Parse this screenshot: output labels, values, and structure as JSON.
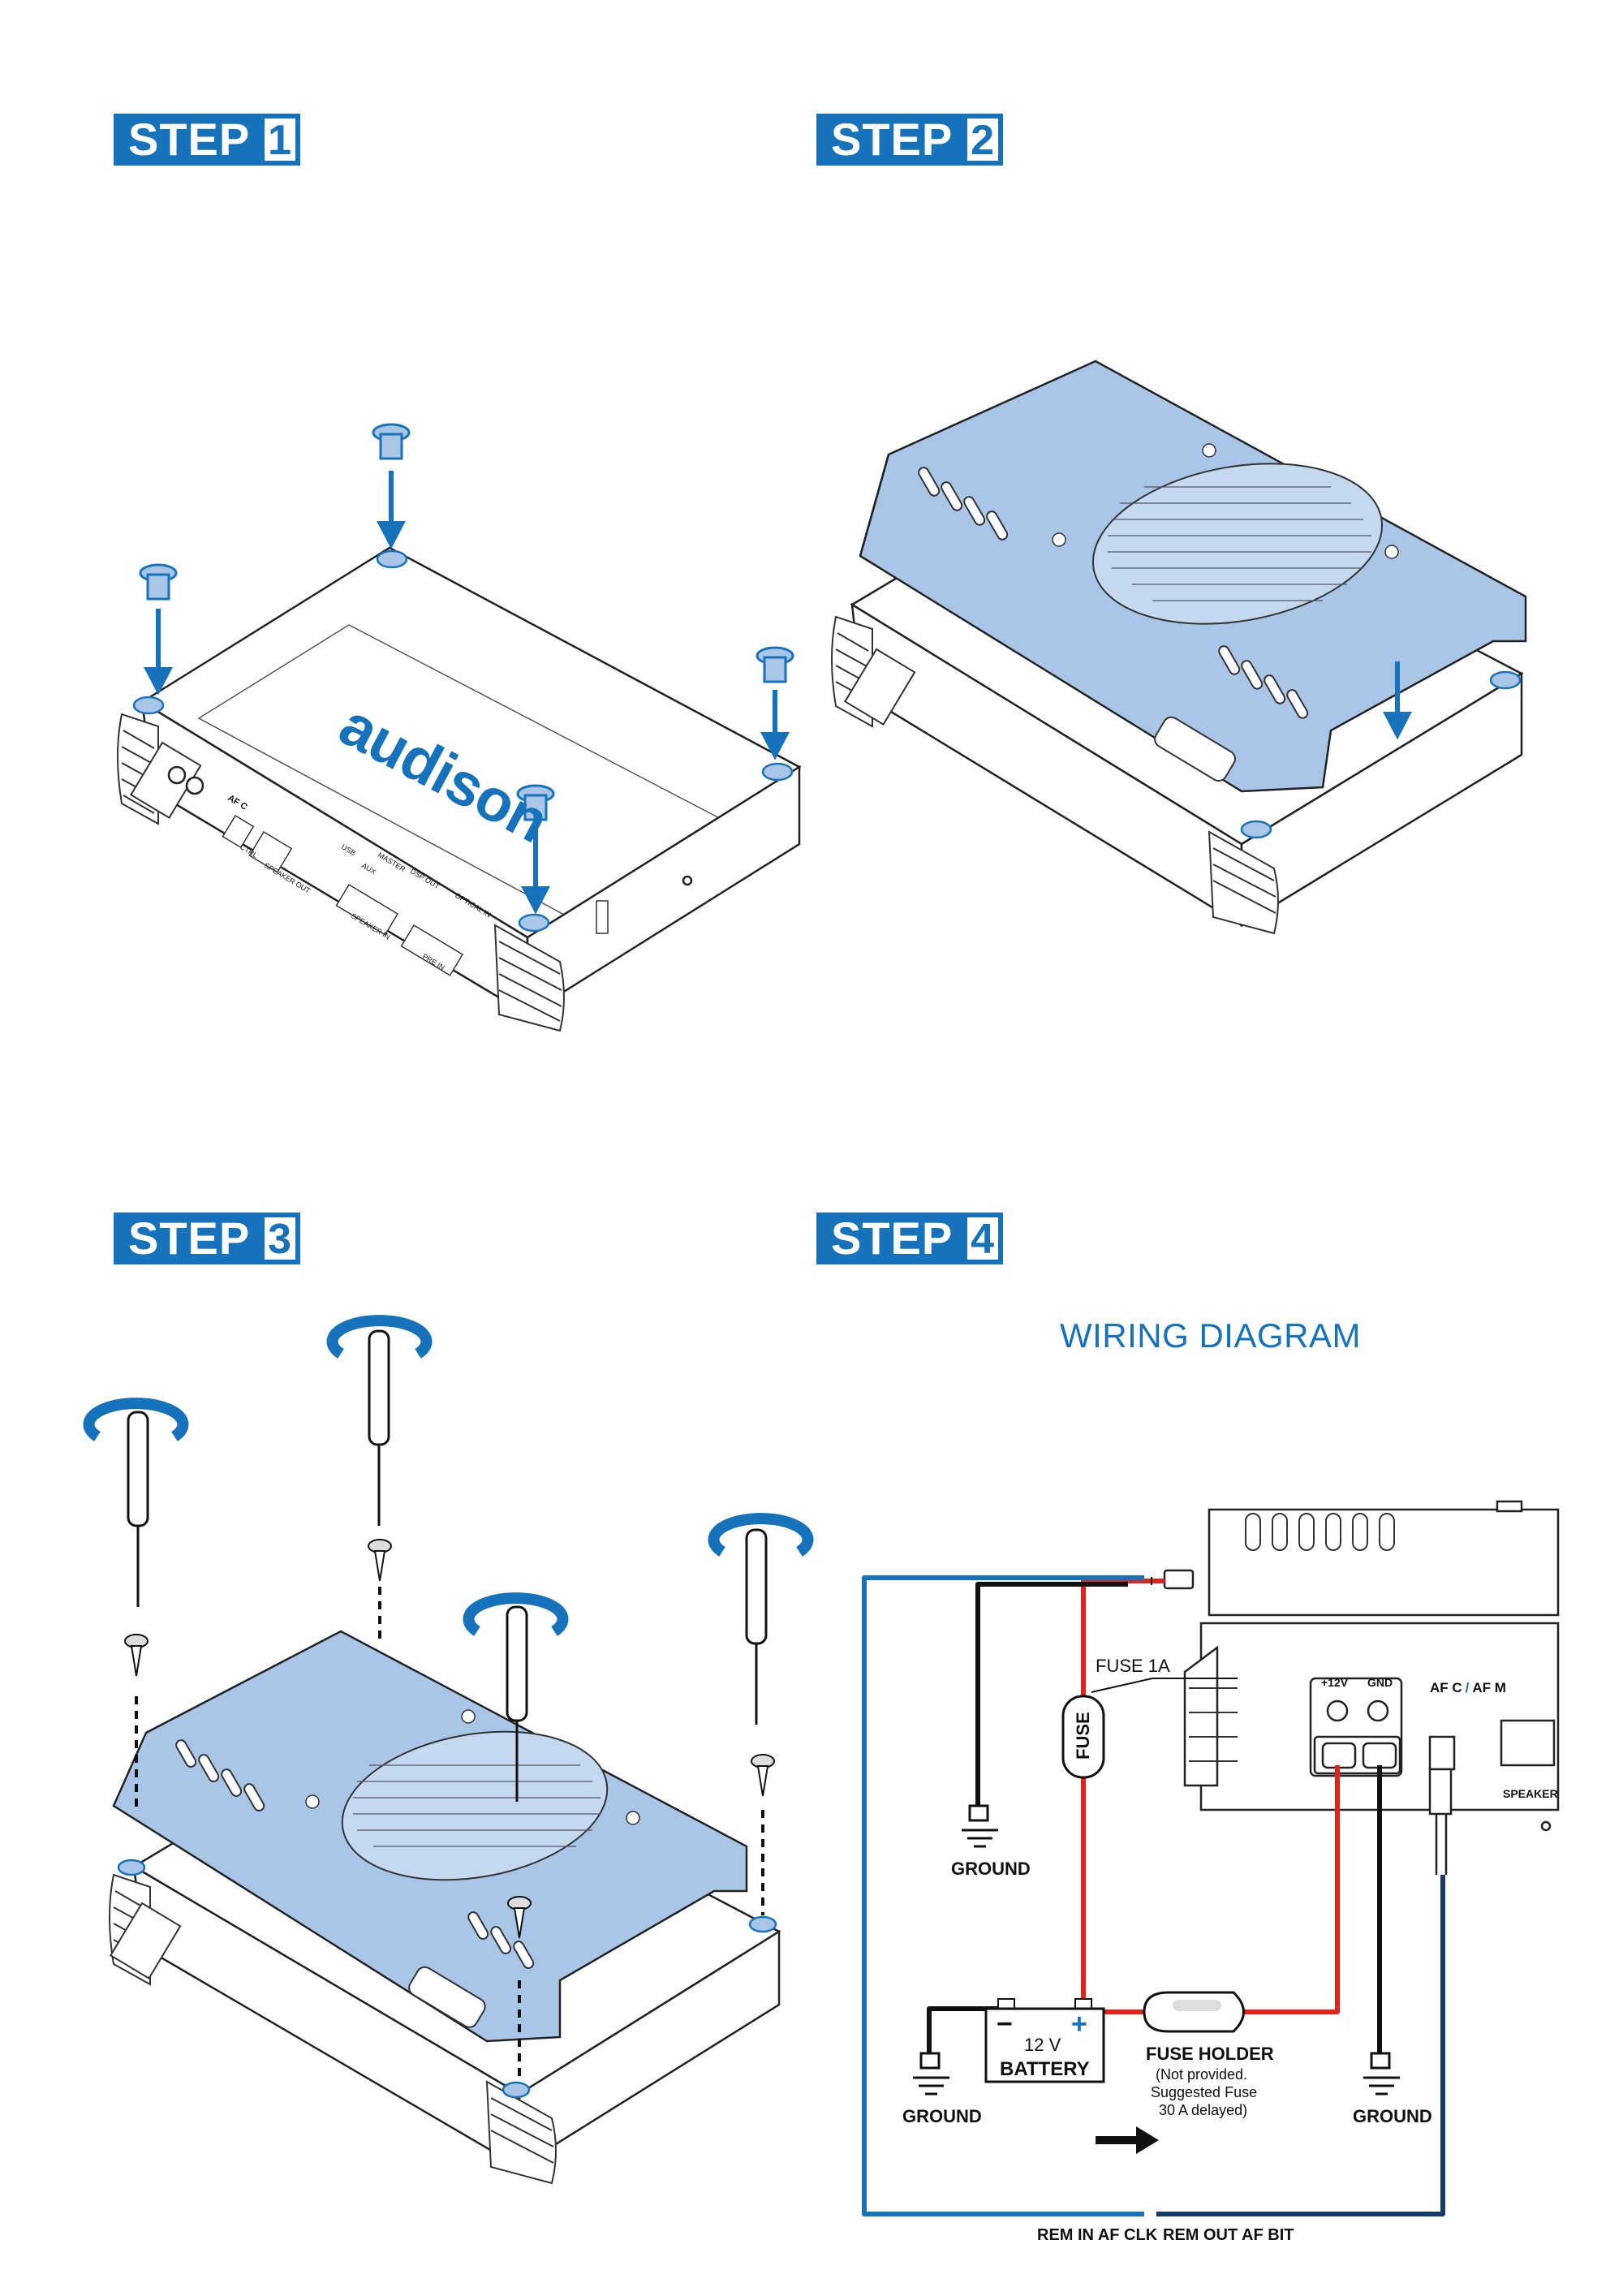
{
  "steps": {
    "s1": {
      "word": "STEP",
      "num": "1"
    },
    "s2": {
      "word": "STEP",
      "num": "2"
    },
    "s3": {
      "word": "STEP",
      "num": "3"
    },
    "s4": {
      "word": "STEP",
      "num": "4"
    }
  },
  "brand": "audison",
  "wiring": {
    "title": "WIRING DIAGRAM",
    "fuse_label": "FUSE 1A",
    "fuse_text": "FUSE",
    "ground1": "GROUND",
    "ground2": "GROUND",
    "ground3": "GROUND",
    "battery_voltage": "12 V",
    "battery": "BATTERY",
    "battery_minus": "−",
    "battery_plus": "+",
    "fuse_holder": "FUSE HOLDER",
    "fuse_holder_note1": "(Not provided.",
    "fuse_holder_note2": "Suggested Fuse",
    "fuse_holder_note3": "30 A delayed)",
    "terminal_pos": "+12V",
    "terminal_gnd": "GND",
    "model_a": "AF C",
    "model_sep": "/",
    "model_b": "AF M",
    "speaker": "SPEAKER",
    "rem_in": "REM IN AF CLK",
    "rem_out": "REM OUT AF BIT"
  },
  "amp_labels": {
    "model": "AF C",
    "ctrl": "CTRL",
    "speaker_out": "SPEAKER OUT",
    "speaker_in": "SPEAKER IN",
    "pre_in": "PRE IN",
    "optical_in": "OPTICAL IN",
    "dsp_out": "DSP OUT",
    "usb": "USB",
    "aux": "AUX",
    "master": "MASTER"
  },
  "colors": {
    "accent": "#1673bb",
    "panel": "#a9c6e8",
    "wire_red": "#e0231c",
    "wire_black": "#111111",
    "wire_blue": "#1673bb",
    "wire_navy": "#163a6c"
  }
}
